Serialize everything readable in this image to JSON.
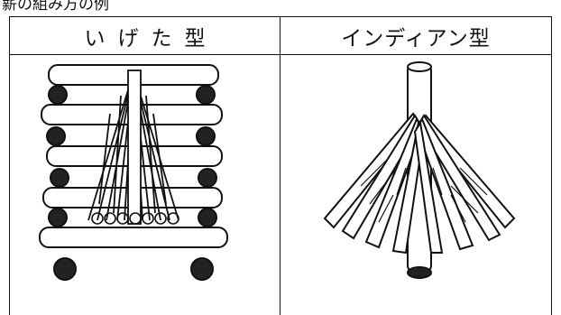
{
  "caption": "薪の組み方の例",
  "table": {
    "columns": [
      {
        "label": "いげた型",
        "image": "igeta-firewood-stack-illustration"
      },
      {
        "label": "インディアン型",
        "image": "indian-teepee-firewood-stack-illustration"
      }
    ]
  }
}
